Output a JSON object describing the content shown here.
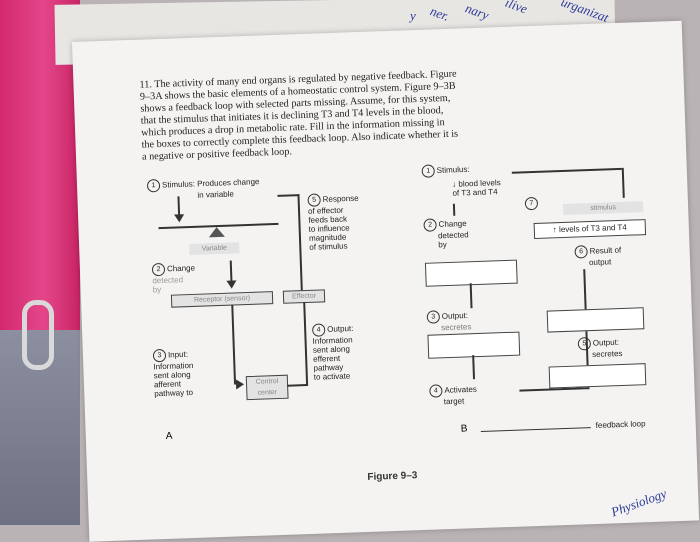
{
  "background_notes": {
    "top_right": [
      "urganizat",
      "ilive",
      "nary",
      "ner.",
      "y"
    ],
    "bottom_right": "Physiology"
  },
  "question": {
    "line1": "11. The activity of many end organs is regulated by negative feedback. Figure",
    "line2": "9–3A shows the basic elements of a homeostatic control system. Figure 9–3B",
    "line3": "shows a feedback loop with selected parts missing. Assume, for this system,",
    "line4": "that the stimulus that initiates it is declining T3 and T4 levels in the blood,",
    "line5": "which produces a drop in metabolic rate. Fill in the information missing in",
    "line6": "the boxes to correctly complete this feedback loop. Also indicate whether it is",
    "line7": "a negative or positive feedback loop."
  },
  "diagram_a": {
    "label": "A",
    "step1_num": "1",
    "step1": "Stimulus: Produces change",
    "step1b": "in variable",
    "variable": "Variable",
    "step2_num": "2",
    "step2a": "Change",
    "step2b": "detected",
    "step2c": "by",
    "receptor": "Receptor (sensor)",
    "effector": "Effector",
    "step3_num": "3",
    "step3a": "Input:",
    "step3b": "Information",
    "step3c": "sent along",
    "step3d": "afferent",
    "step3e": "pathway to",
    "control": "Control",
    "control2": "center",
    "step4_num": "4",
    "step4a": "Output:",
    "step4b": "Information",
    "step4c": "sent along",
    "step4d": "efferent",
    "step4e": "pathway",
    "step4f": "to activate",
    "step5_num": "5",
    "step5a": "Response",
    "step5b": "of effector",
    "step5c": "feeds back",
    "step5d": "to influence",
    "step5e": "magnitude",
    "step5f": "of stimulus"
  },
  "diagram_b": {
    "label": "B",
    "step1_num": "1",
    "step1a": "Stimulus:",
    "step1b": "blood levels",
    "step1c": "of T3 and T4",
    "step7_num": "7",
    "stimulus": "stimulus",
    "step2_num": "2",
    "step2a": "Change",
    "step2b": "detected",
    "step2c": "by",
    "levels": "levels of T3 and T4",
    "step6_num": "6",
    "step6a": "Result of",
    "step6b": "output",
    "step3_num": "3",
    "step3a": "Output:",
    "step3b": "secretes",
    "step5_num": "5",
    "step5a": "Output:",
    "step5b": "secretes",
    "step4_num": "4",
    "step4a": "Activates",
    "step4b": "target",
    "feedback": "feedback loop"
  },
  "figure_caption": "Figure 9–3"
}
